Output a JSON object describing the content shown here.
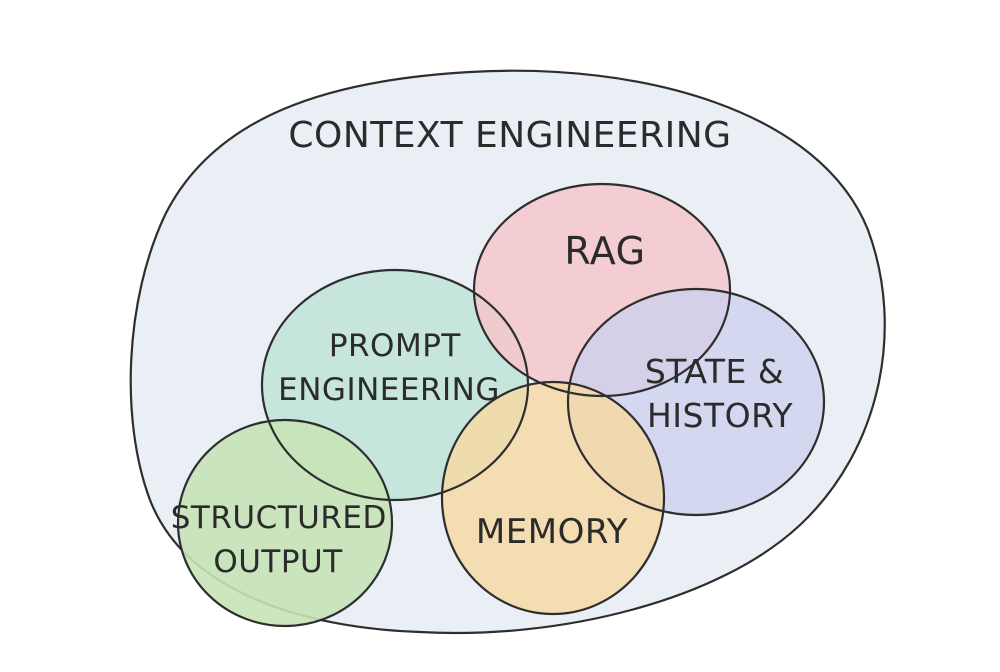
{
  "diagram": {
    "title": "CONTEXT ENGINEERING",
    "nodes": {
      "rag": {
        "lines": [
          "RAG"
        ],
        "color": "#f6c7cb"
      },
      "prompt": {
        "lines": [
          "PROMPT",
          "ENGINEERING"
        ],
        "color": "#bfe3d8"
      },
      "state": {
        "lines": [
          "STATE &",
          "HISTORY"
        ],
        "color": "#cdd1ee"
      },
      "memory": {
        "lines": [
          "MEMORY"
        ],
        "color": "#f7d9a3"
      },
      "structured": {
        "lines": [
          "STRUCTURED",
          "OUTPUT"
        ],
        "color": "#c6e3b7"
      }
    },
    "background": "#e9eff4"
  }
}
